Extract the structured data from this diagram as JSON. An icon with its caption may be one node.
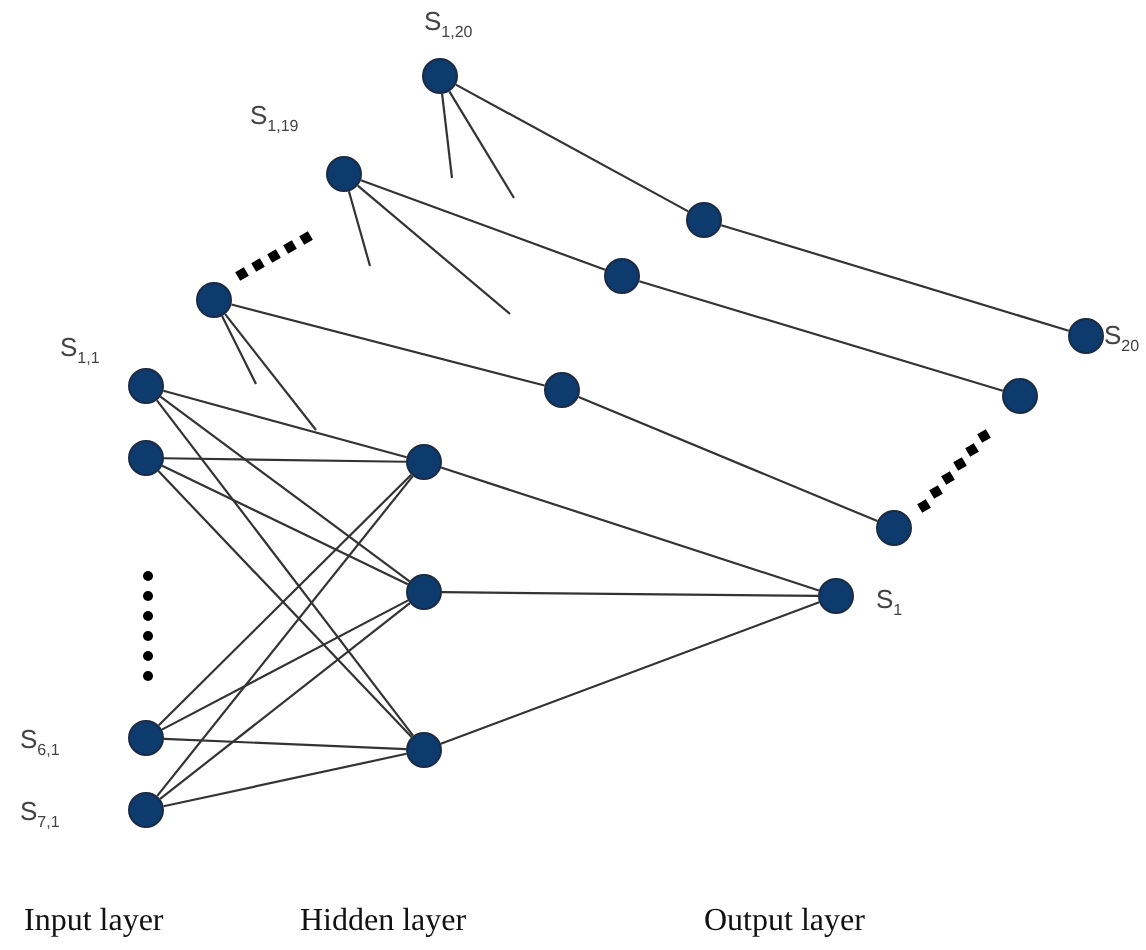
{
  "diagram": {
    "nodes": [
      {
        "text": [],
        "shape": "circle",
        "beside": [
          "S$_{1,20}$"
        ]
      },
      {
        "text": [],
        "shape": "circle",
        "beside": [
          "S$_{1,19}$"
        ]
      },
      {
        "text": [],
        "shape": "circle"
      },
      {
        "text": [],
        "shape": "circle"
      },
      {
        "text": [],
        "shape": "circle"
      },
      {
        "text": [],
        "shape": "circle",
        "beside": [
          "S$_{20}$"
        ]
      },
      {
        "text": [],
        "shape": "circle",
        "beside": [
          "S$_{1,1}$"
        ]
      },
      {
        "text": [],
        "shape": "circle"
      },
      {
        "text": [],
        "shape": "circle"
      },
      {
        "text": [],
        "shape": "circle"
      },
      {
        "text": [],
        "shape": "circle"
      },
      {
        "text": [],
        "shape": "circle"
      },
      {
        "text": [],
        "shape": "circle"
      },
      {
        "text": [],
        "shape": "circle",
        "beside": [
          "S$_{1}$"
        ]
      },
      {
        "text": [],
        "shape": "circle",
        "beside": [
          "S$_{6,1}$"
        ]
      },
      {
        "text": [],
        "shape": "circle"
      },
      {
        "text": [],
        "shape": "circle",
        "beside": [
          "S$_{7,1}$"
        ]
      }
    ],
    "edges": [
      {
        "from": 0,
        "to": 2,
        "arrow": "none"
      },
      {
        "from": 2,
        "to": 5,
        "arrow": "none"
      },
      {
        "from": 0,
        "to": null,
        "arrow": "none"
      },
      {
        "from": 0,
        "to": null,
        "arrow": "none"
      },
      {
        "from": 1,
        "to": 3,
        "arrow": "none"
      },
      {
        "from": 3,
        "to": 8,
        "arrow": "none"
      },
      {
        "from": 1,
        "to": null,
        "arrow": "none"
      },
      {
        "from": 1,
        "to": null,
        "arrow": "none"
      },
      {
        "from": 4,
        "to": 7,
        "arrow": "none"
      },
      {
        "from": 7,
        "to": 11,
        "arrow": "none"
      },
      {
        "from": 4,
        "to": null,
        "arrow": "none"
      },
      {
        "from": 4,
        "to": null,
        "arrow": "none"
      },
      {
        "from": 6,
        "to": 10,
        "arrow": "none"
      },
      {
        "from": 6,
        "to": 12,
        "arrow": "none"
      },
      {
        "from": 6,
        "to": 15,
        "arrow": "none"
      },
      {
        "from": 9,
        "to": 10,
        "arrow": "none"
      },
      {
        "from": 9,
        "to": 12,
        "arrow": "none"
      },
      {
        "from": 9,
        "to": 15,
        "arrow": "none"
      },
      {
        "from": 14,
        "to": 10,
        "arrow": "none"
      },
      {
        "from": 14,
        "to": 12,
        "arrow": "none"
      },
      {
        "from": 14,
        "to": 15,
        "arrow": "none"
      },
      {
        "from": 16,
        "to": 10,
        "arrow": "none"
      },
      {
        "from": 16,
        "to": 12,
        "arrow": "none"
      },
      {
        "from": 16,
        "to": 15,
        "arrow": "none"
      },
      {
        "from": 10,
        "to": 13,
        "arrow": "none"
      },
      {
        "from": 12,
        "to": 13,
        "arrow": "none"
      },
      {
        "from": 15,
        "to": 13,
        "arrow": "none"
      }
    ],
    "labels": [
      "Input layer",
      "Hidden layer",
      "Output layer"
    ]
  }
}
